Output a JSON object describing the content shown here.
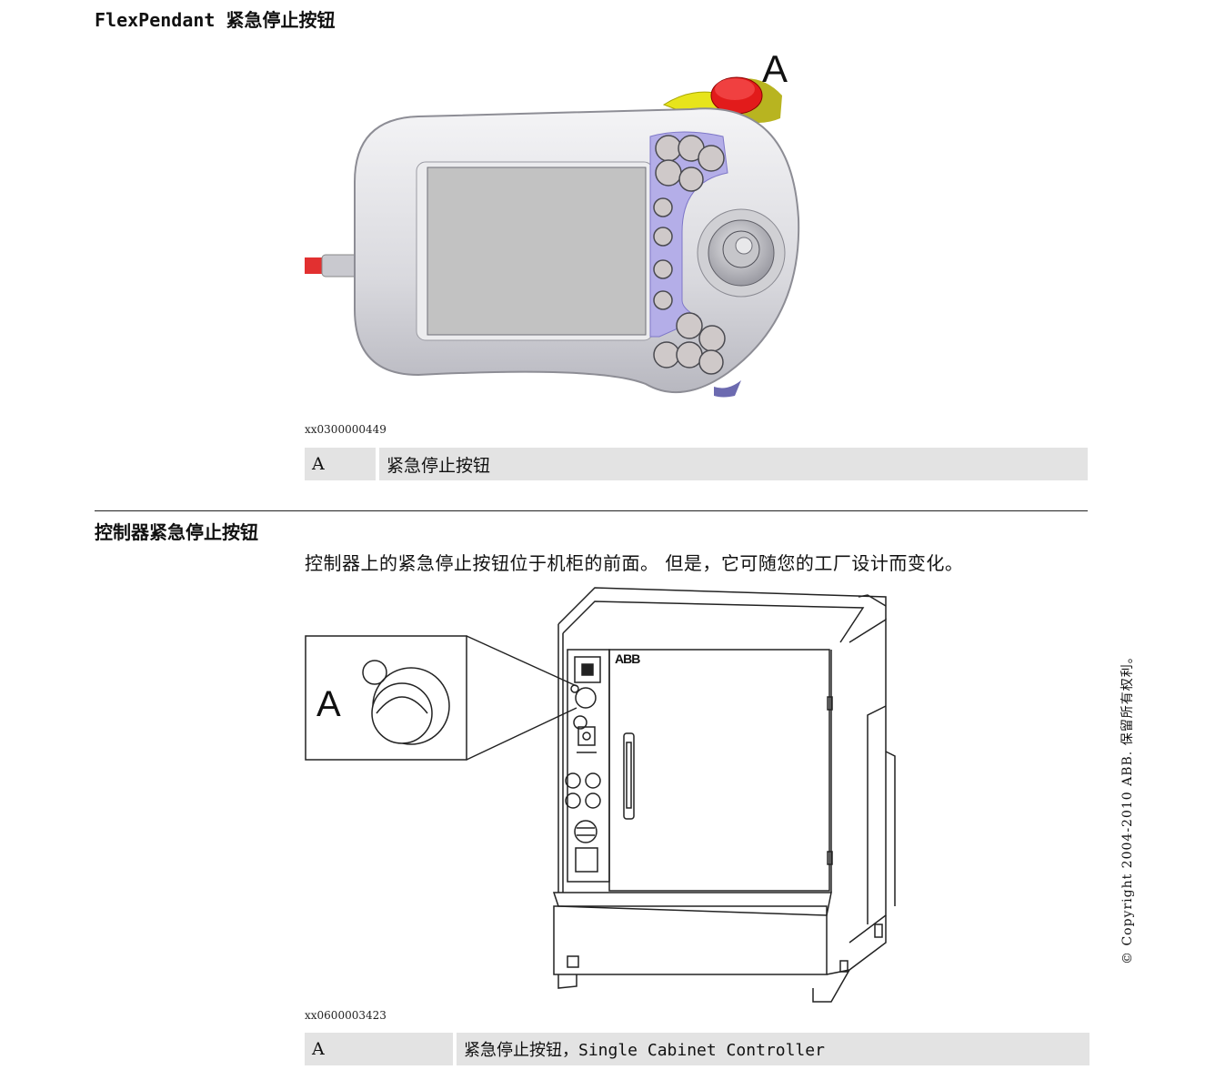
{
  "section1": {
    "heading": "FlexPendant 紧急停止按钮",
    "figure_callout": "A",
    "figure_id": "xx0300000449",
    "table": {
      "key": "A",
      "value": "紧急停止按钮"
    }
  },
  "section2": {
    "heading": "控制器紧急停止按钮",
    "body": "控制器上的紧急停止按钮位于机柜的前面。 但是，它可随您的工厂设计而变化。",
    "figure_callout": "A",
    "cabinet_logo": "ABB",
    "figure_id": "xx0600003423",
    "table": {
      "key": "A",
      "value": "紧急停止按钮，Single Cabinet Controller"
    }
  },
  "copyright": "© Copyright 2004-2010 ABB. 保留所有权利。"
}
